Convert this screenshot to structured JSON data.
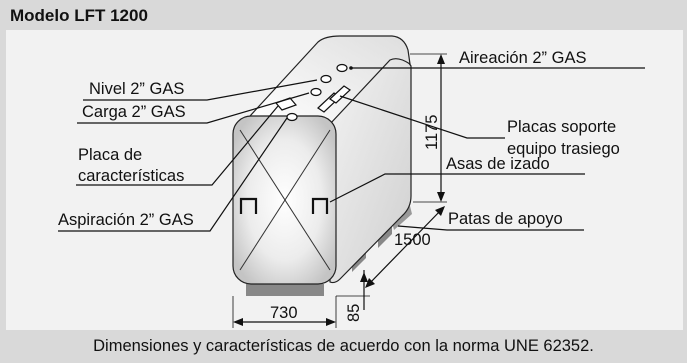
{
  "figure": {
    "title": "Modelo LFT 1200",
    "caption": "Dimensiones y características de acuerdo con la norma UNE 62352."
  },
  "callouts": {
    "aireacion": "Aireación 2” GAS",
    "nivel": "Nivel 2” GAS",
    "carga": "Carga 2” GAS",
    "placas_line1": "Placas soporte",
    "placas_line2": "equipo trasiego",
    "placa_line1": "Placa de",
    "placa_line2": "características",
    "asas": "Asas de izado",
    "aspiracion": "Aspiración 2” GAS",
    "patas": "Patas de apoyo"
  },
  "dimensions": {
    "height": "1175",
    "length": "1500",
    "width": "730",
    "leg_height": "85"
  },
  "colors": {
    "frame": "#d9d9d9",
    "panel": "#f2f2f2",
    "tank_shade": "#c8c8c8",
    "base": "#888888"
  }
}
